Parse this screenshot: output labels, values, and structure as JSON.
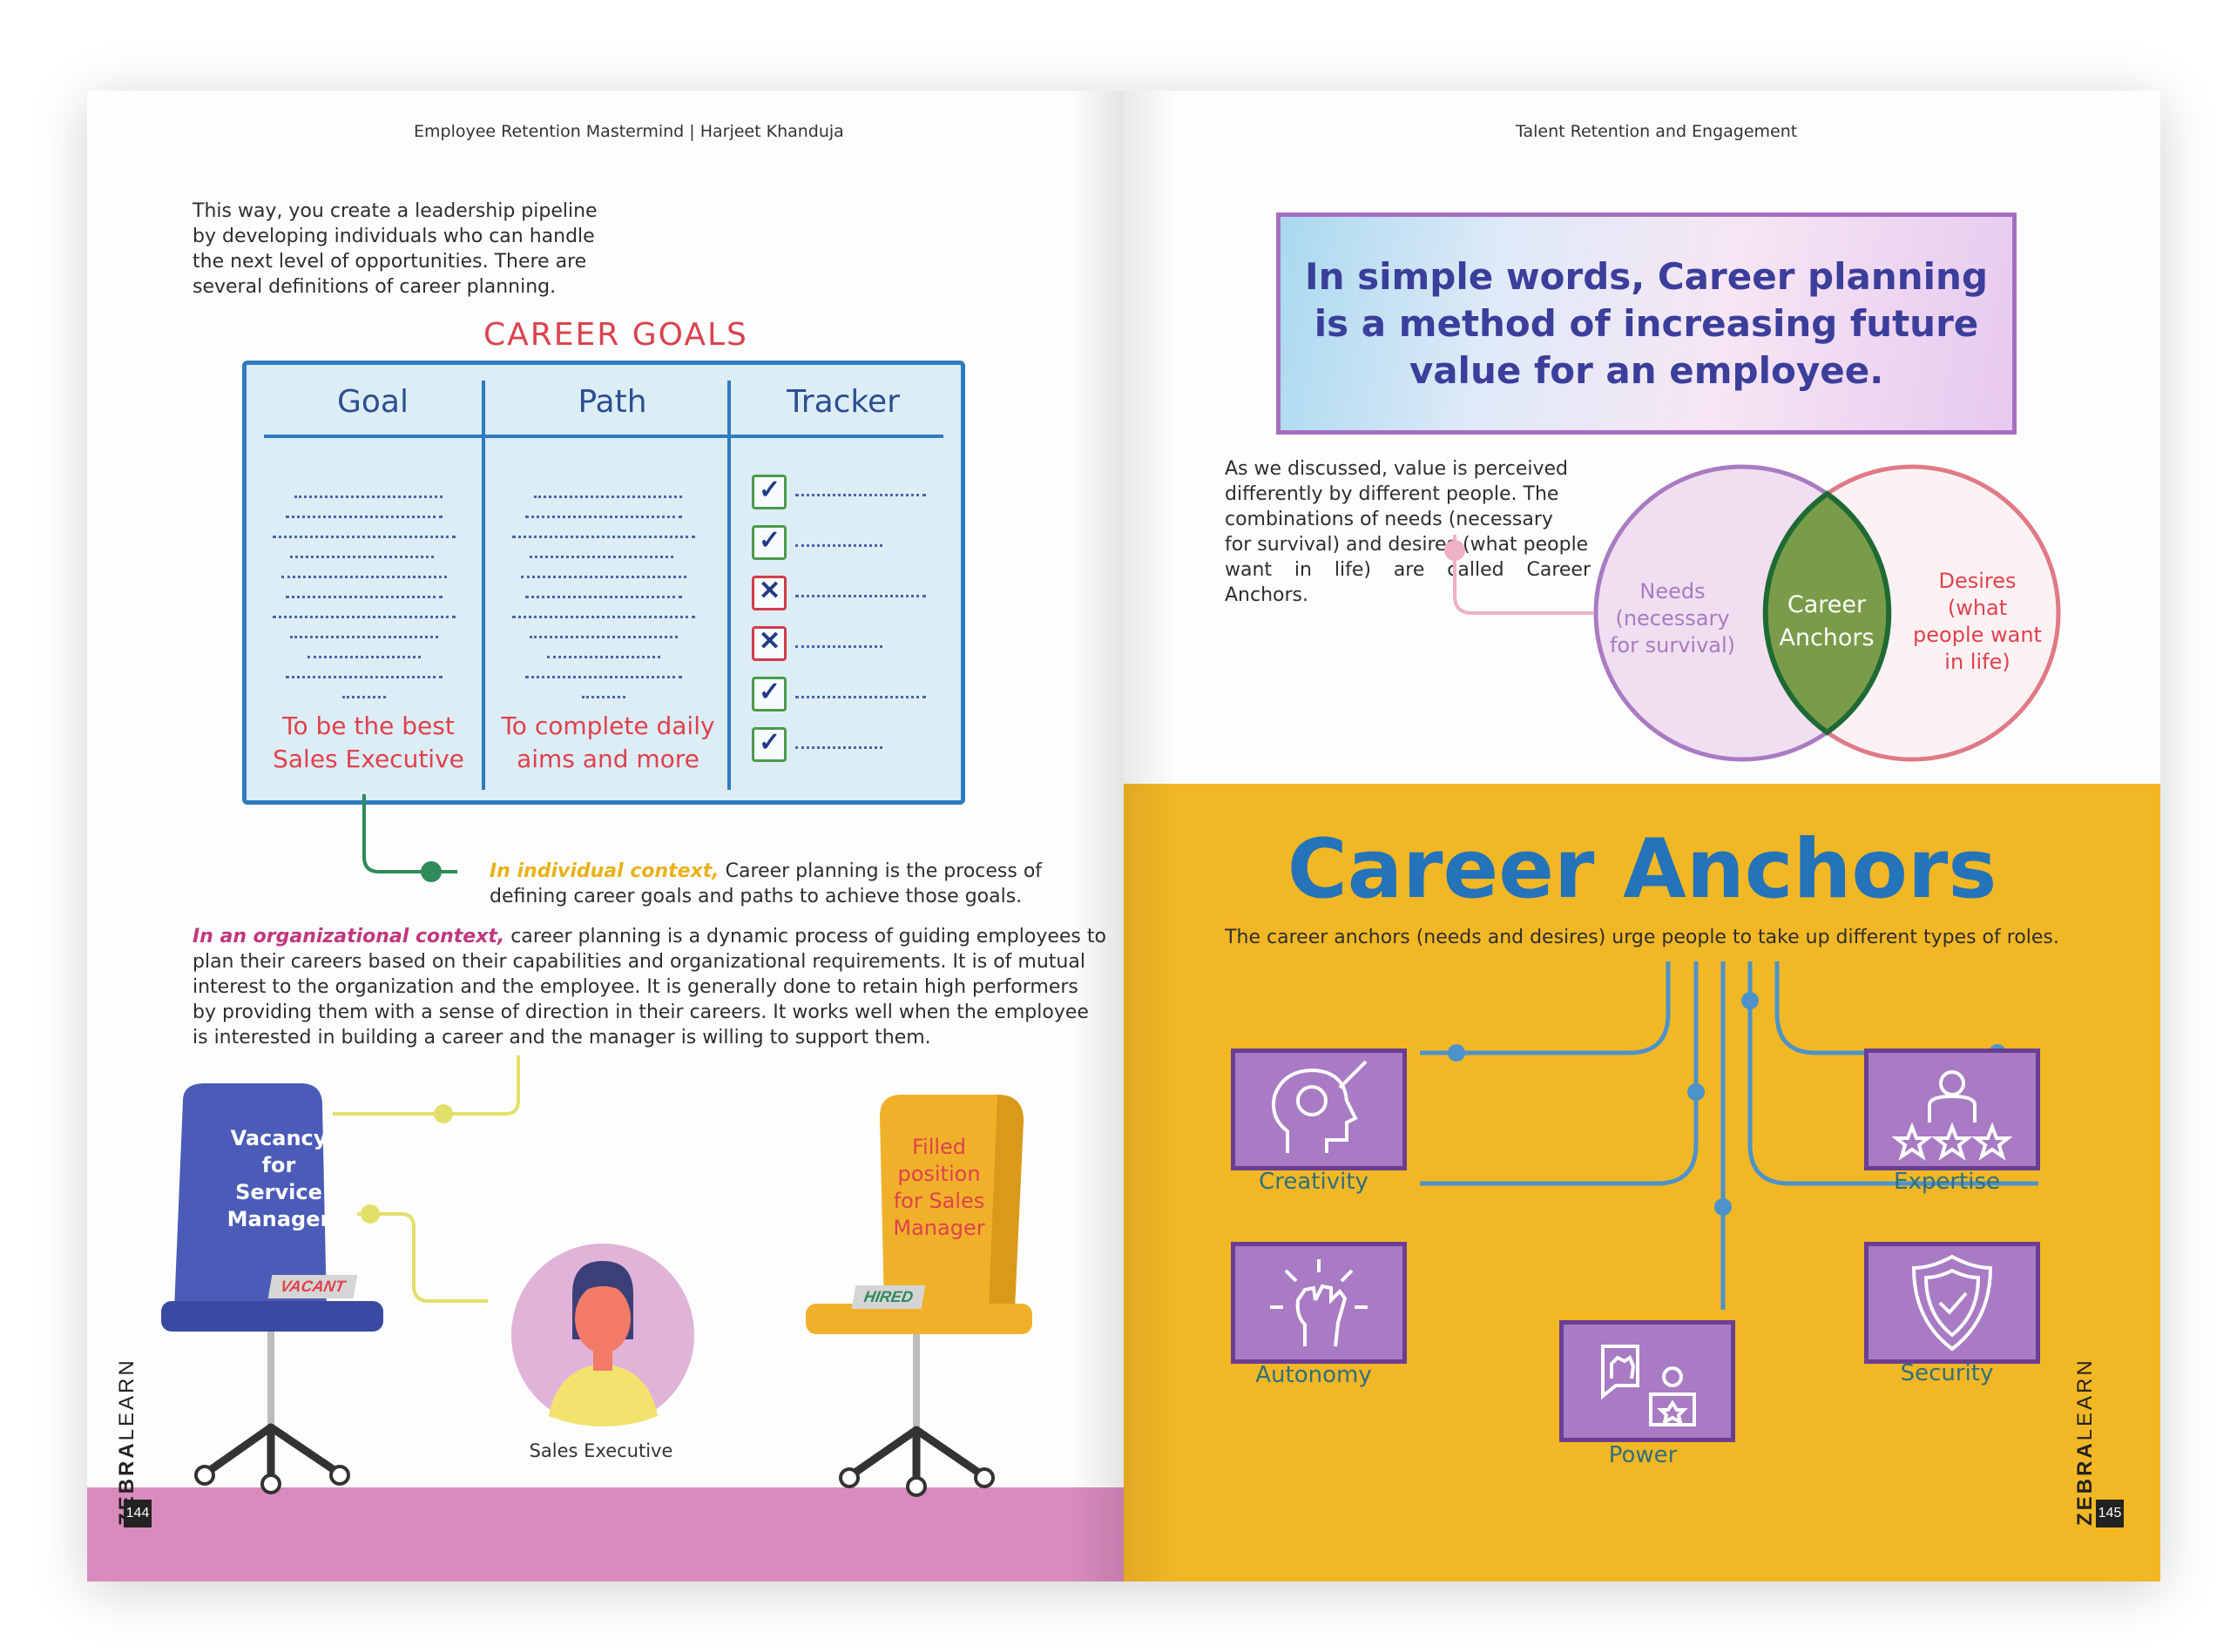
{
  "left_page": {
    "header": "Employee Retention Mastermind | Harjeet Khanduja",
    "intro": [
      "This way, you create a leadership pipeline",
      "by developing individuals who can handle",
      "the next level of opportunities. There are",
      "several definitions of career planning."
    ],
    "board_title": "CAREER GOALS",
    "columns": [
      "Goal",
      "Path",
      "Tracker"
    ],
    "goal_text": [
      "To be the best",
      "Sales Executive"
    ],
    "path_text": [
      "To complete daily",
      "aims and more"
    ],
    "tracker_marks": [
      "check",
      "check",
      "cross",
      "cross",
      "check",
      "check"
    ],
    "check_glyph": "✓",
    "cross_glyph": "✕",
    "individual_lead": "In individual context,",
    "individual_rest": " Career planning is the process of",
    "individual_line2": "defining career goals and paths to achieve those goals.",
    "org_lead": "In an organizational context,",
    "org_rest": " career planning is a dynamic process of guiding employees to",
    "org_lines": [
      "plan their careers based on their capabilities and organizational requirements. It is of mutual",
      "interest to the organization and the employee. It is generally done to retain high performers",
      "by providing them with a sense of direction in their careers. It works well when the employee",
      "is interested in building a career and the manager is willing to support them."
    ],
    "blue_chair_label": [
      "Vacancy",
      "for",
      "Service",
      "Manager"
    ],
    "vacant_tag": "VACANT",
    "yellow_chair_label": [
      "Filled",
      "position",
      "for Sales",
      "Manager"
    ],
    "hired_tag": "HIRED",
    "person_label": "Sales Executive",
    "brand_bold": "ZEBRA",
    "brand_light": "LEARN",
    "page_number": "144"
  },
  "right_page": {
    "header": "Talent Retention and Engagement",
    "quote_lines": [
      "In simple words, Career planning",
      "is a method of increasing future",
      "value for an employee."
    ],
    "venn_intro": [
      "As we discussed, value is perceived",
      "differently by different people. The",
      "combinations of needs (necessary",
      "for survival) and desires (what people",
      "want in life) are called Career Anchors."
    ],
    "venn_left": [
      "Needs",
      "(necessary",
      "for survival)"
    ],
    "venn_center": [
      "Career",
      "Anchors"
    ],
    "venn_right": [
      "Desires",
      "(what",
      "people want",
      "in life)"
    ],
    "anchors_title": "Career Anchors",
    "anchors_sub": "The career anchors (needs and desires) urge people to take up different types of roles.",
    "anchors": {
      "creativity": "Creativity",
      "expertise": "Expertise",
      "autonomy": "Autonomy",
      "security": "Security",
      "power": "Power"
    },
    "brand_bold": "ZEBRA",
    "brand_light": "LEARN",
    "page_number": "145"
  }
}
